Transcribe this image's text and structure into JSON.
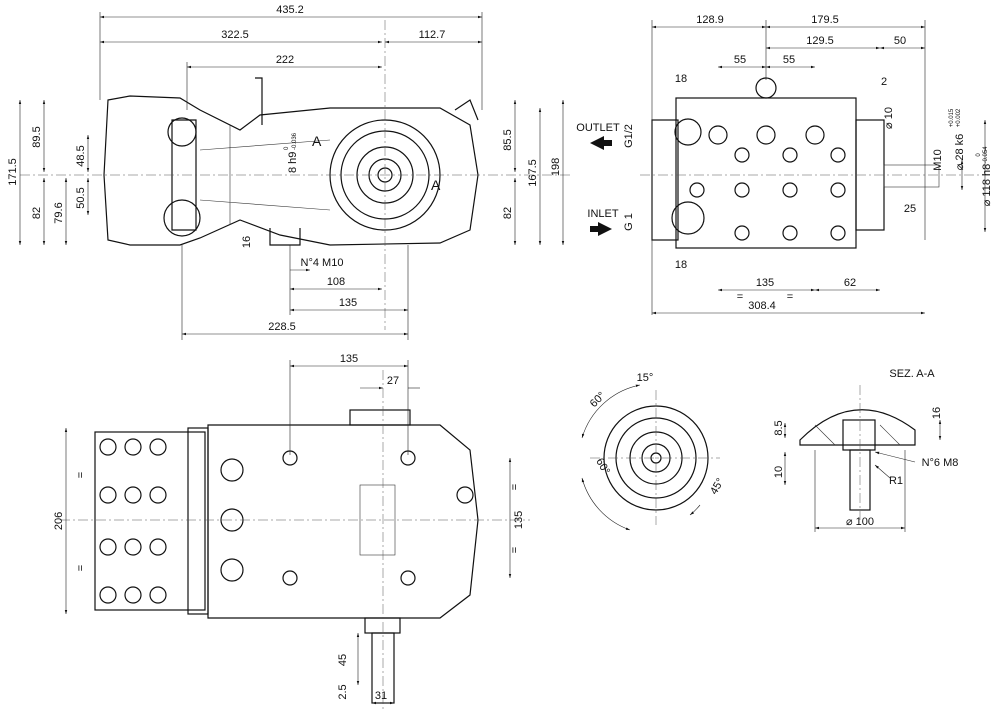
{
  "top_left_view": {
    "overall_length": "435.2",
    "length_322": "322.5",
    "length_112": "112.7",
    "length_222": "222",
    "height_89": "89.5",
    "height_171": "171.5",
    "height_48": "48.5",
    "height_82_left": "82",
    "height_79": "79.6",
    "height_50": "50.5",
    "height_85": "85.5",
    "height_167": "167.5",
    "height_198": "198",
    "height_82_right": "82",
    "key_width": "8 h9",
    "key_tol_upper": "0",
    "key_tol_lower": "-0.036",
    "section_mark_1": "A",
    "section_mark_2": "A",
    "dim_16": "16",
    "holes": "N°4 M10",
    "dim_108": "108",
    "dim_135": "135",
    "dim_228": "228.5"
  },
  "top_right_view": {
    "dim_128": "128.9",
    "dim_179": "179.5",
    "dim_55a": "55",
    "dim_55b": "55",
    "dim_129": "129.5",
    "dim_50": "50",
    "dim_18_top": "18",
    "dim_2": "2",
    "dia_10": "⌀ 10",
    "outlet_label": "OUTLET",
    "outlet_thread": "G1/2",
    "inlet_label": "INLET",
    "inlet_thread": "G 1",
    "thread_m10": "M10",
    "shaft_dia": "⌀ 28 k6",
    "shaft_tol_upper": "+0.015",
    "shaft_tol_lower": "+0.002",
    "flange_dia": "⌀ 118 h8",
    "flange_tol_upper": "0",
    "flange_tol_lower": "-0.054",
    "dim_25": "25",
    "dim_18_bottom": "18",
    "dim_135": "135",
    "eq_1": "=",
    "eq_2": "=",
    "dim_62": "62",
    "dim_308": "308.4"
  },
  "bottom_left_view": {
    "dim_135_top": "135",
    "dim_27": "27",
    "dim_206": "206",
    "eq_1": "=",
    "eq_2": "=",
    "dim_135_right": "135",
    "eq_3": "=",
    "eq_4": "=",
    "dim_45": "45",
    "dim_2_5": "2.5",
    "dim_31": "31"
  },
  "flange_view": {
    "angle_15": "15°",
    "angle_60_top": "60°",
    "angle_60_bottom": "60°",
    "angle_45": "45°"
  },
  "section_view": {
    "title": "SEZ. A-A",
    "dim_16": "16",
    "dim_8_5": "8.5",
    "dim_10": "10",
    "holes": "N°6 M8",
    "radius": "R1",
    "dia_100": "⌀ 100"
  }
}
